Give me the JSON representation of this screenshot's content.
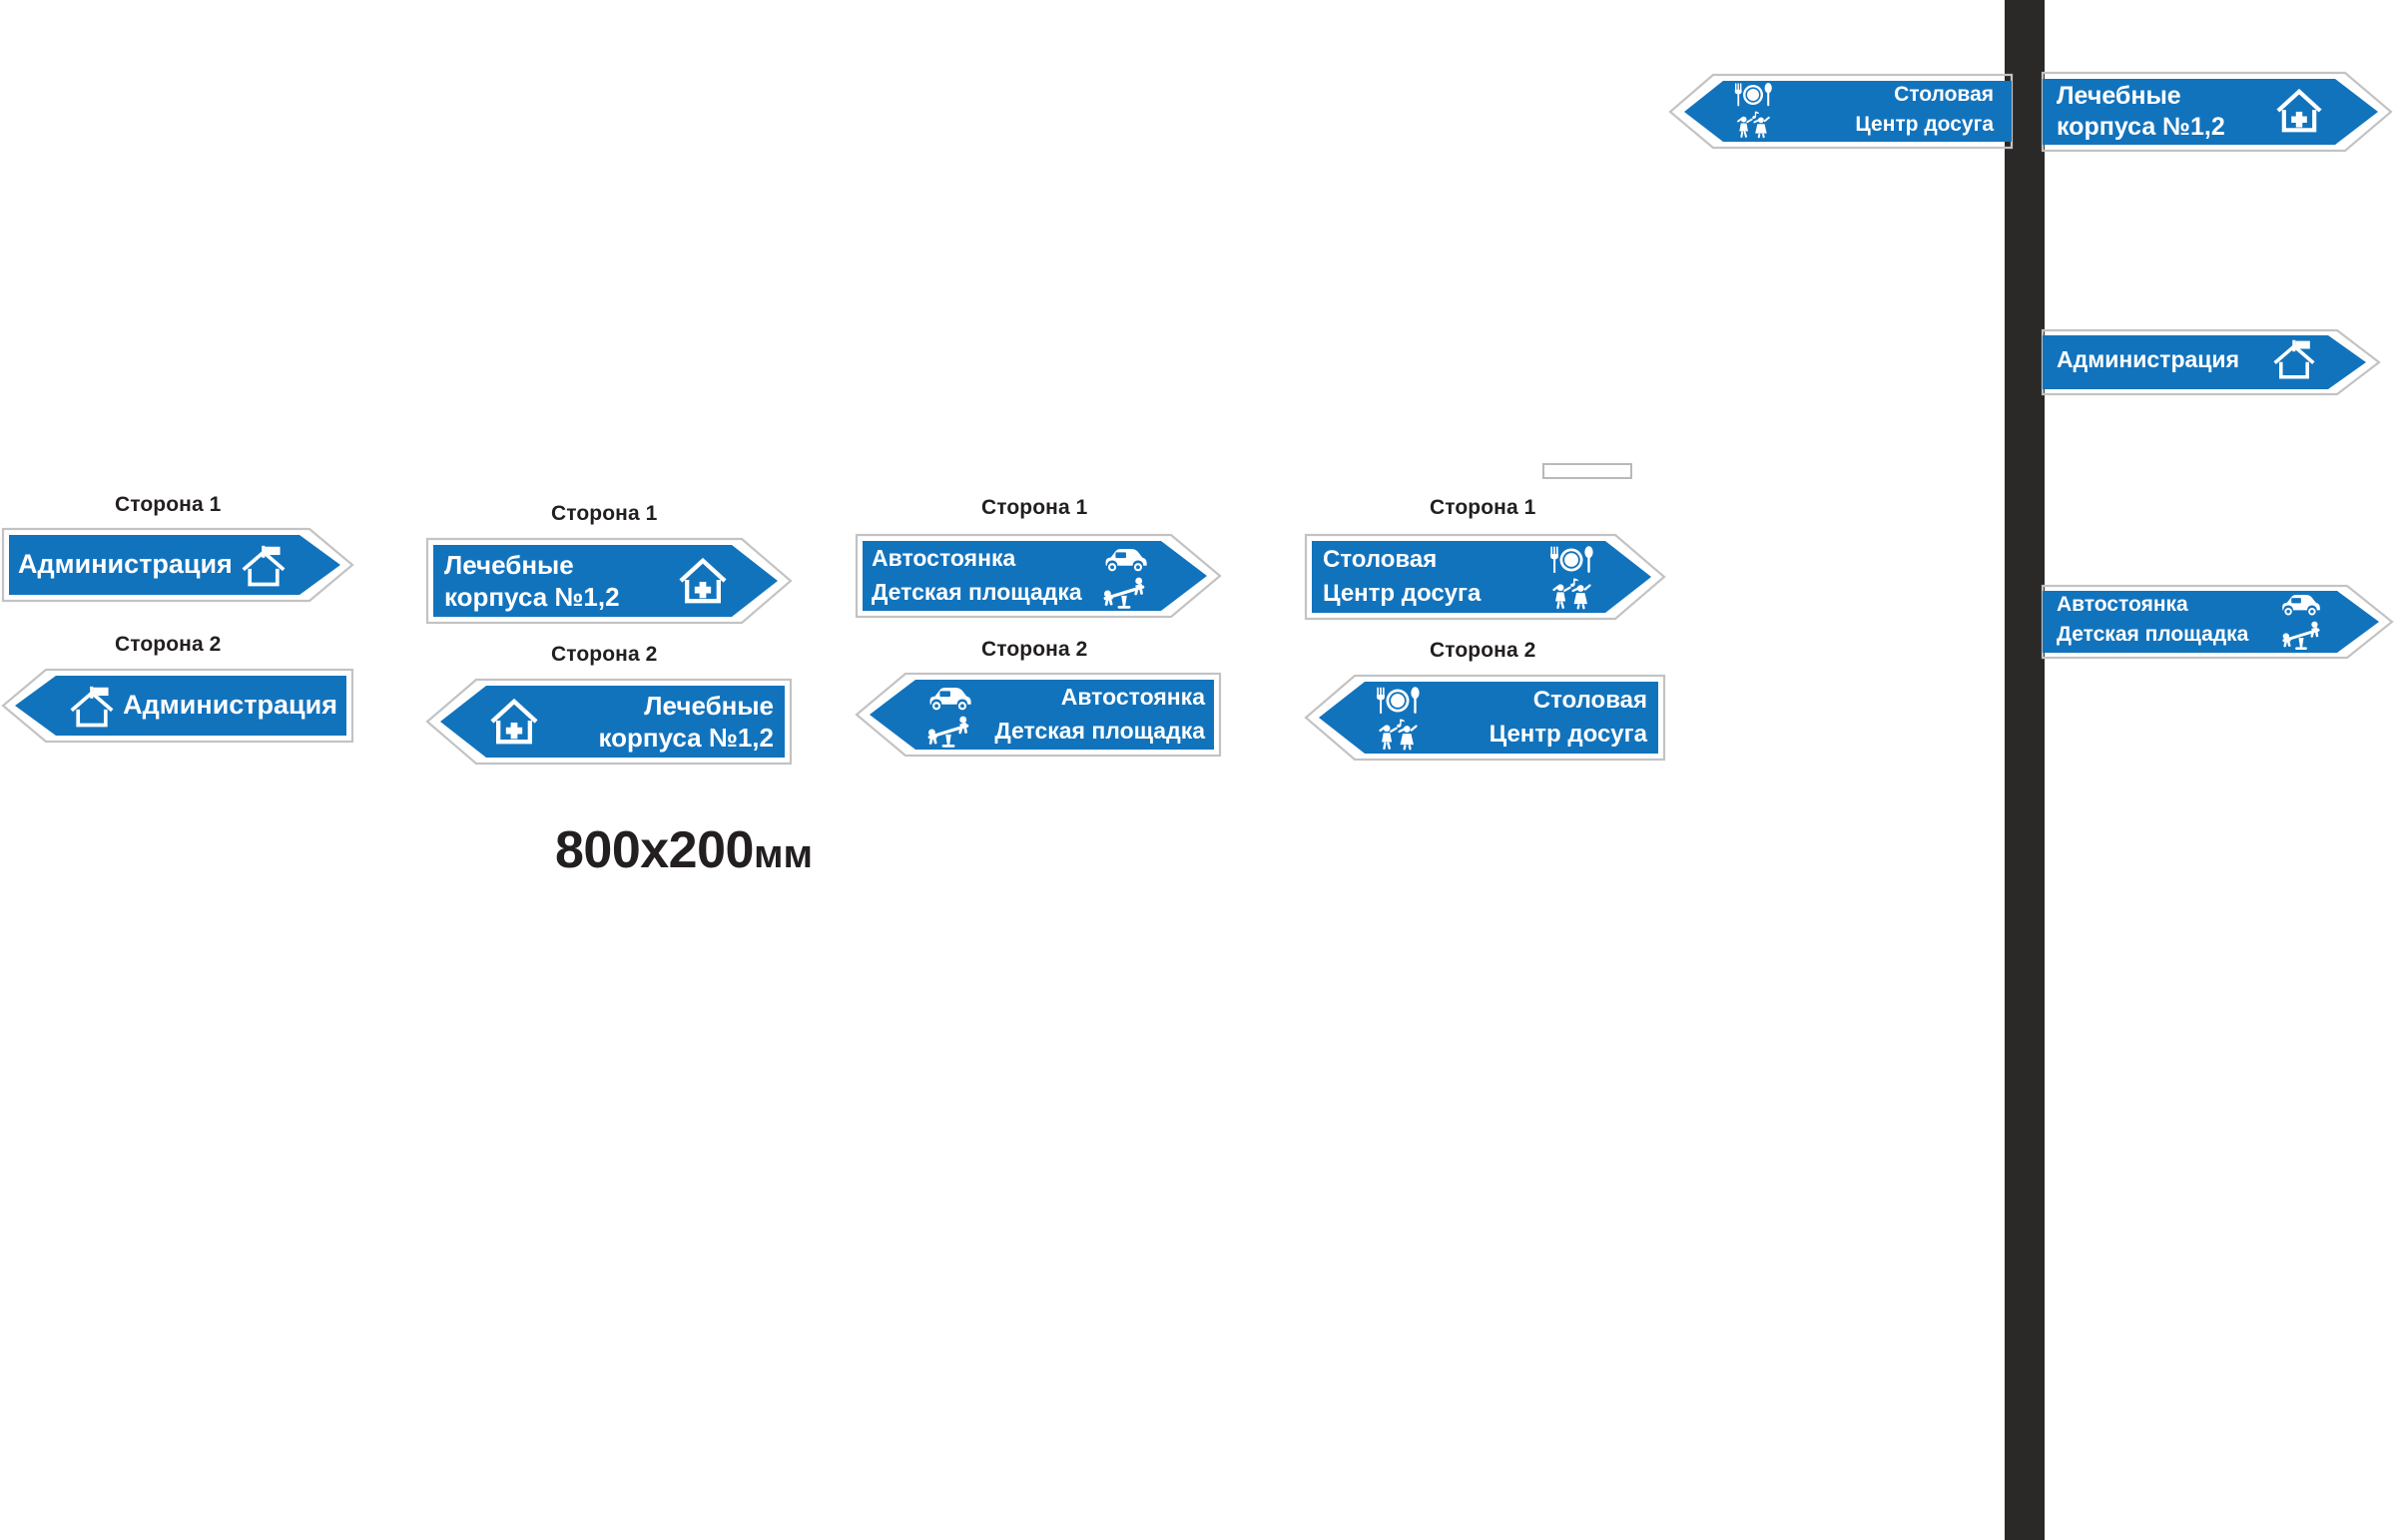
{
  "page": {
    "background_color": "#ffffff",
    "sign_blue": "#1273bd",
    "sign_text_color": "#ffffff",
    "sign_border_color": "#b9b9b9",
    "caption_color": "#231f20",
    "pole_color": "#2b2928"
  },
  "dimension_caption": {
    "size": "800x200",
    "unit": "мм"
  },
  "side_captions": {
    "side1": "Сторона 1",
    "side2": "Сторона 2"
  },
  "sign_groups": [
    {
      "id": "administration",
      "side1_caption": "Сторона 1",
      "side2_caption": "Сторона 2",
      "lines": [
        "Администрация"
      ],
      "icons": [
        "house-flag-icon"
      ]
    },
    {
      "id": "medical-buildings",
      "side1_caption": "Сторона 1",
      "side2_caption": "Сторона 2",
      "lines": [
        "Лечебные",
        "корпуса №1,2"
      ],
      "icons": [
        "house-cross-icon"
      ]
    },
    {
      "id": "parking-playground",
      "side1_caption": "Сторона 1",
      "side2_caption": "Сторона 2",
      "lines": [
        "Автостоянка",
        "Детская площадка"
      ],
      "icons": [
        "car-icon",
        "seesaw-playground-icon"
      ]
    },
    {
      "id": "canteen-leisure",
      "side1_caption": "Сторона 1",
      "side2_caption": "Сторона 2",
      "lines": [
        "Столовая",
        "Центр досуга"
      ],
      "icons": [
        "cutlery-plate-icon",
        "dancing-couple-icon"
      ]
    }
  ],
  "pole_signs": {
    "left_arm": [
      {
        "id": "canteen-leisure-left",
        "lines": [
          "Столовая",
          "Центр досуга"
        ],
        "icons": [
          "cutlery-plate-icon",
          "dancing-couple-icon"
        ]
      }
    ],
    "right_arm": [
      {
        "id": "medical-buildings-right",
        "lines": [
          "Лечебные",
          "корпуса №1,2"
        ],
        "icons": [
          "house-cross-icon"
        ]
      },
      {
        "id": "administration-right",
        "lines": [
          "Администрация"
        ],
        "icons": [
          "house-flag-icon"
        ]
      },
      {
        "id": "parking-playground-right",
        "lines": [
          "Автостоянка",
          "Детская площадка"
        ],
        "icons": [
          "car-icon",
          "seesaw-playground-icon"
        ]
      }
    ]
  }
}
